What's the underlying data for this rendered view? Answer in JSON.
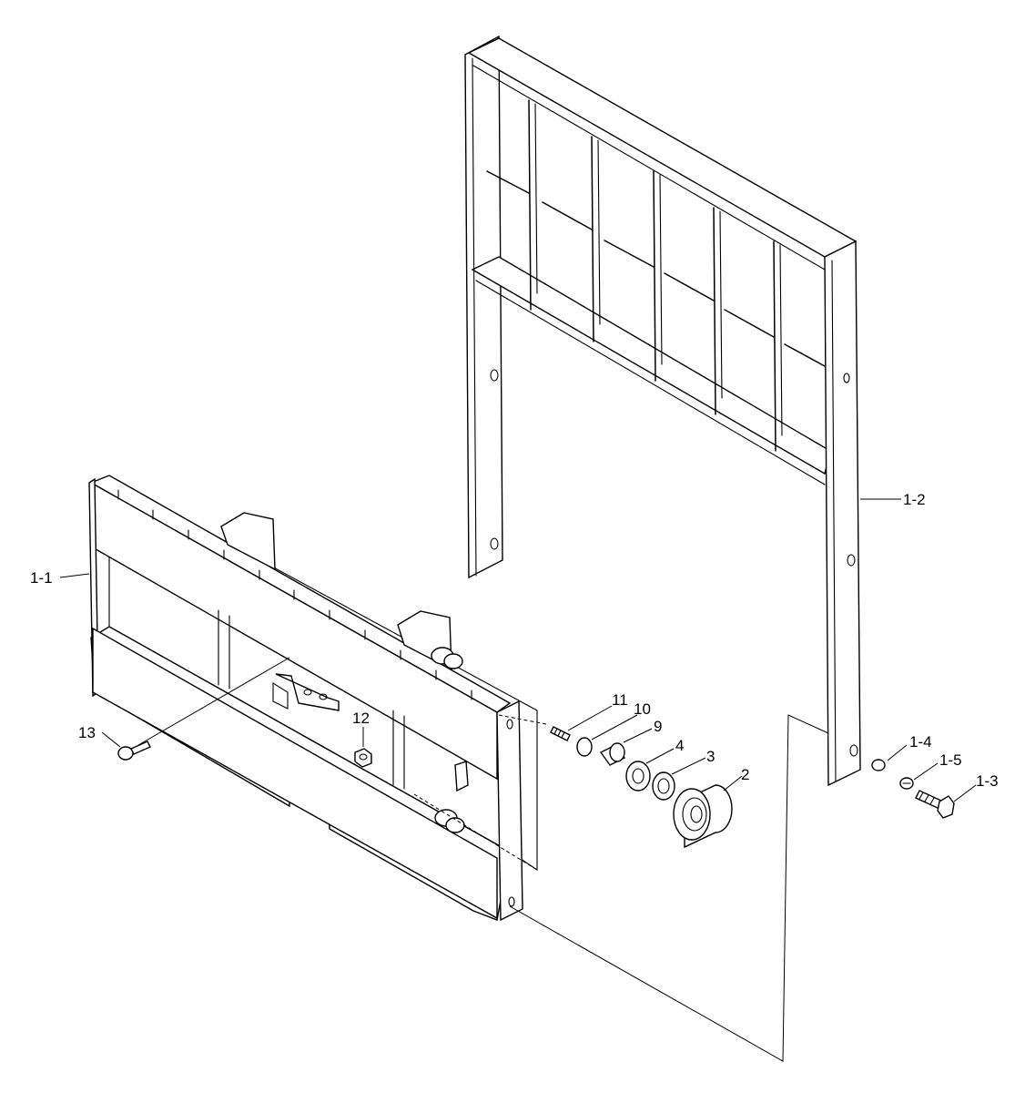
{
  "parts": [
    {
      "id": "1-1",
      "label": "1-1"
    },
    {
      "id": "1-2",
      "label": "1-2"
    },
    {
      "id": "1-3",
      "label": "1-3"
    },
    {
      "id": "1-4",
      "label": "1-4"
    },
    {
      "id": "1-5",
      "label": "1-5"
    },
    {
      "id": "2",
      "label": "2"
    },
    {
      "id": "3",
      "label": "3"
    },
    {
      "id": "4",
      "label": "4"
    },
    {
      "id": "9",
      "label": "9"
    },
    {
      "id": "10",
      "label": "10"
    },
    {
      "id": "11",
      "label": "11"
    },
    {
      "id": "12",
      "label": "12"
    },
    {
      "id": "13",
      "label": "13"
    }
  ]
}
